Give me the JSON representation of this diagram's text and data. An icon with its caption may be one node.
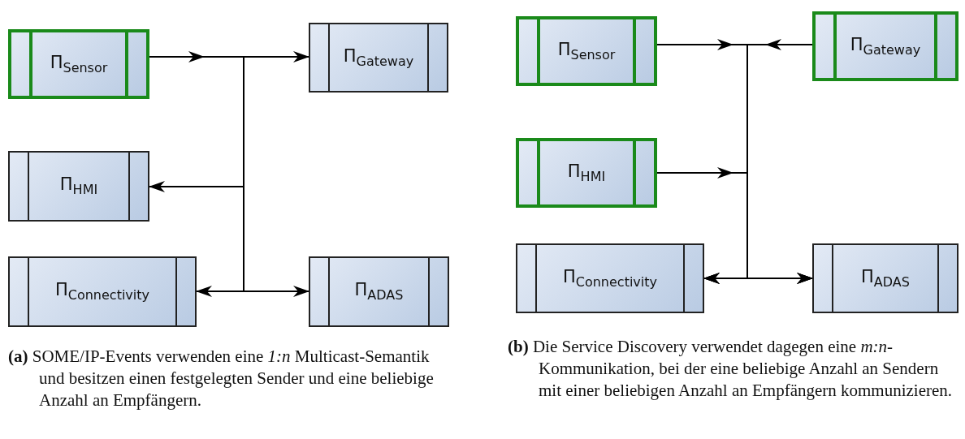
{
  "diagram": {
    "nodes": [
      {
        "text": [
          "Π$_{Sensor}$"
        ]
      },
      {
        "text": [
          "Π$_{Gateway}$"
        ]
      },
      {
        "text": [
          "Π$_{HMI}$"
        ]
      },
      {
        "text": [
          "Π$_{Connectivity}$"
        ]
      },
      {
        "text": [
          "Π$_{ADAS}$"
        ]
      },
      {
        "text": [
          "Π$_{Sensor}$"
        ]
      },
      {
        "text": [
          "Π$_{Gateway}$"
        ]
      },
      {
        "text": [
          "Π$_{HMI}$"
        ]
      },
      {
        "text": [
          "Π$_{Connectivity}$"
        ]
      },
      {
        "text": [
          "Π$_{ADAS}$"
        ]
      }
    ],
    "edges": [
      {
        "from": 0,
        "to": 1,
        "arrow": "to"
      },
      {
        "from": 0,
        "to": 2,
        "arrow": "to"
      },
      {
        "from": 0,
        "to": 3,
        "arrow": "to"
      },
      {
        "from": 0,
        "to": 4,
        "arrow": "to"
      },
      {
        "from": 5,
        "to": 8,
        "arrow": "to"
      },
      {
        "from": 5,
        "to": 9,
        "arrow": "to"
      },
      {
        "from": 6,
        "to": 8,
        "arrow": "to"
      },
      {
        "from": 6,
        "to": 9,
        "arrow": "to"
      },
      {
        "from": 7,
        "to": 8,
        "arrow": "to"
      },
      {
        "from": 7,
        "to": 9,
        "arrow": "to"
      }
    ],
    "labels": [
      "**(a)** SOME/IP-Events verwenden eine *1:n* Multicast-Semantik und besitzen einen festgelegten Sender und eine beliebige Anzahl an Empfängern.",
      "**(b)** Die Service Discovery verwendet dagegen eine *m:n*-Kommunikation, bei der eine beliebige Anzahl an Sendern mit einer beliebigen Anzahl an Empfängern kommunizieren."
    ]
  }
}
